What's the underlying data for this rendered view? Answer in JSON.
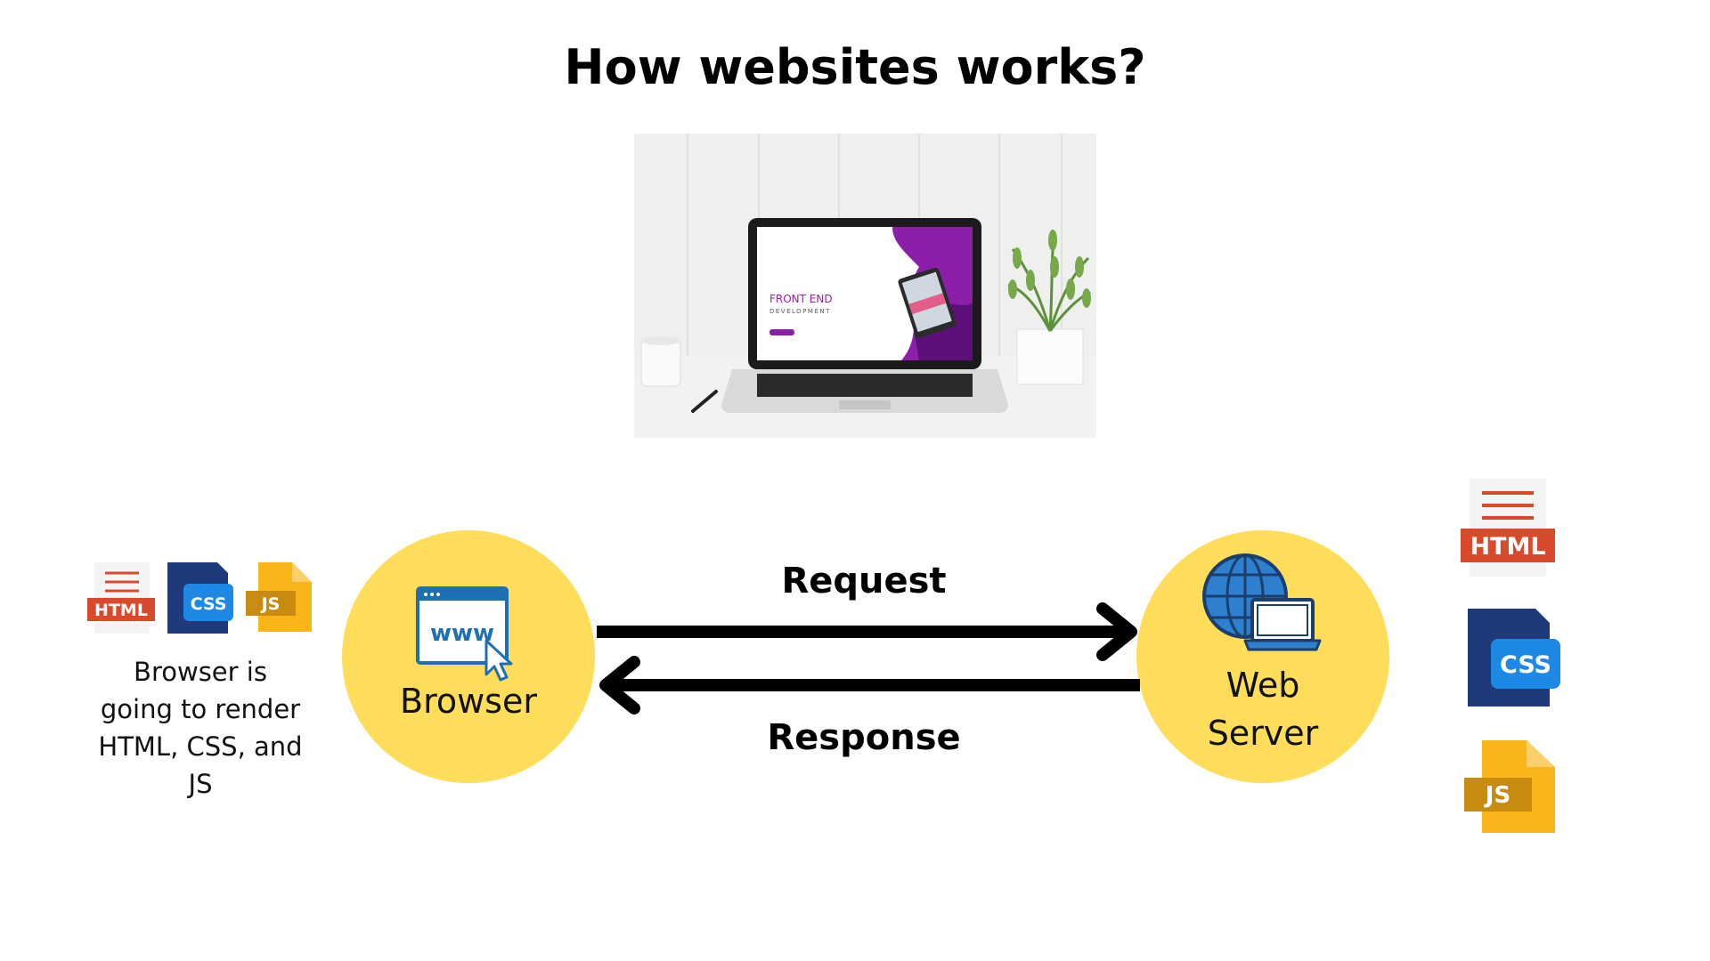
{
  "title": "How websites works?",
  "photo": {
    "screen_headline": "FRONT END",
    "screen_subheadline": "DEVELOPMENT"
  },
  "browser": {
    "label": "Browser",
    "www_text": "www"
  },
  "server": {
    "label_line1": "Web",
    "label_line2": "Server"
  },
  "arrows": {
    "request": "Request",
    "response": "Response"
  },
  "note": {
    "line1": "Browser is",
    "line2": "going to render",
    "line3": "HTML, CSS, and",
    "line4": "JS"
  },
  "files": {
    "html": "HTML",
    "css": "CSS",
    "js": "JS"
  },
  "colors": {
    "circle": "#FEDD5A",
    "html_red": "#D84A2B",
    "css_blue": "#1E88E5",
    "css_navy": "#1E3A7B",
    "js_yellow": "#F9B41A",
    "js_dark": "#C98A10",
    "photo_purple": "#8B1FA9"
  }
}
